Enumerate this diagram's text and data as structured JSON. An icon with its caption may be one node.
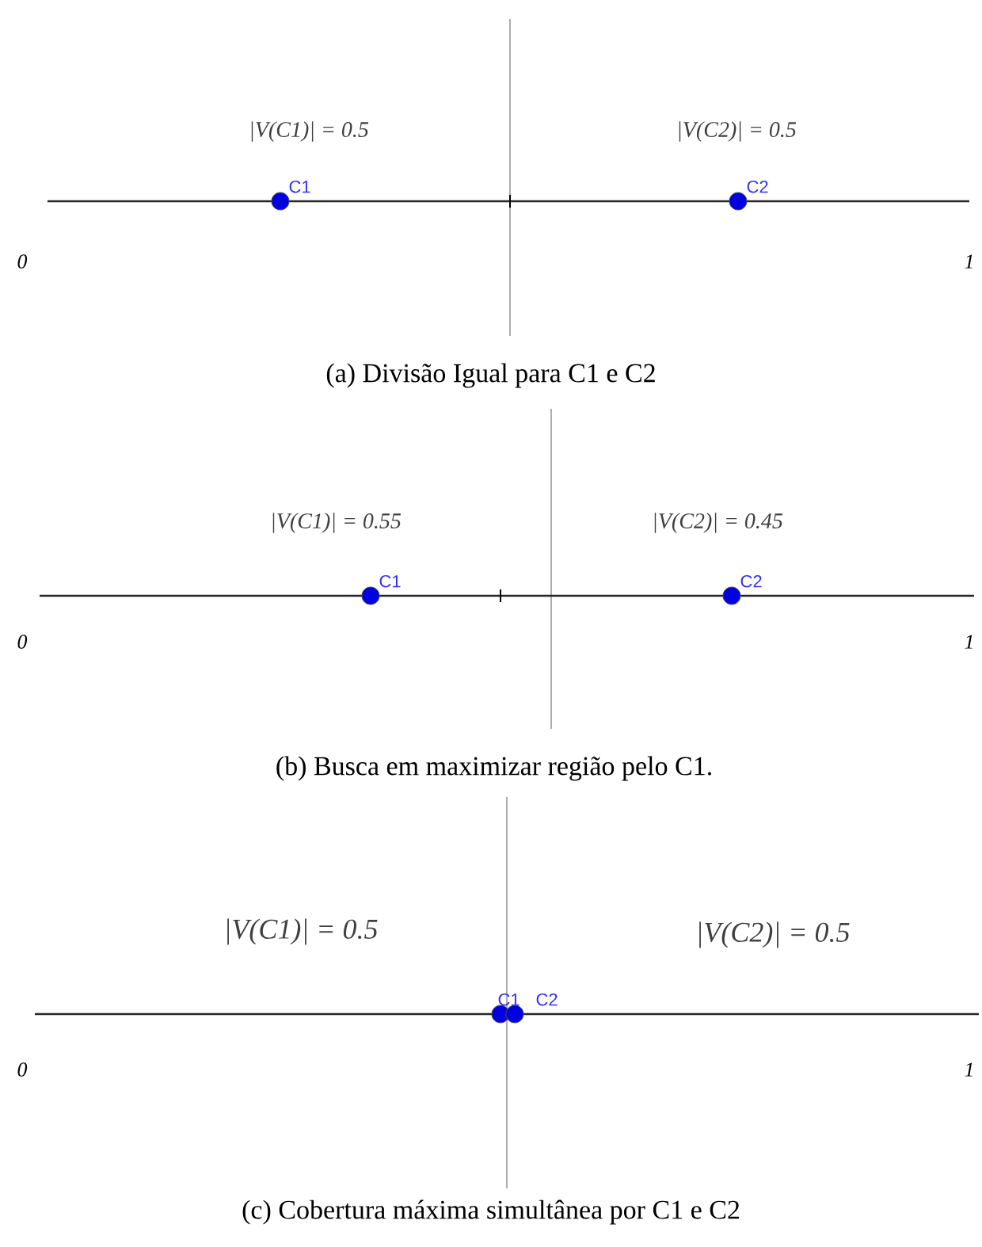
{
  "diagram": {
    "nodes": [
      {
        "text": [
          "C1"
        ]
      },
      {
        "text": [
          "C2"
        ]
      },
      {
        "text": [
          "C1"
        ]
      },
      {
        "text": [
          "C2"
        ]
      },
      {
        "text": [
          "C1"
        ]
      },
      {
        "text": [
          "C2"
        ]
      }
    ],
    "labels": [
      "|V(C1)| =  0.5",
      "|V(C2)| =  0.5",
      "0",
      "1",
      "(a) Divisão Igual para C1 e C2",
      "|V(C1)| =  0.55",
      "|V(C2)| =  0.45",
      "0",
      "1",
      "(b) Busca em maximizar região pelo C1.",
      "|V(C1)| =  0.5",
      "|V(C2)| =  0.5",
      "0",
      "1",
      "(c) Cobertura máxima simultânea por C1 e C2"
    ]
  }
}
